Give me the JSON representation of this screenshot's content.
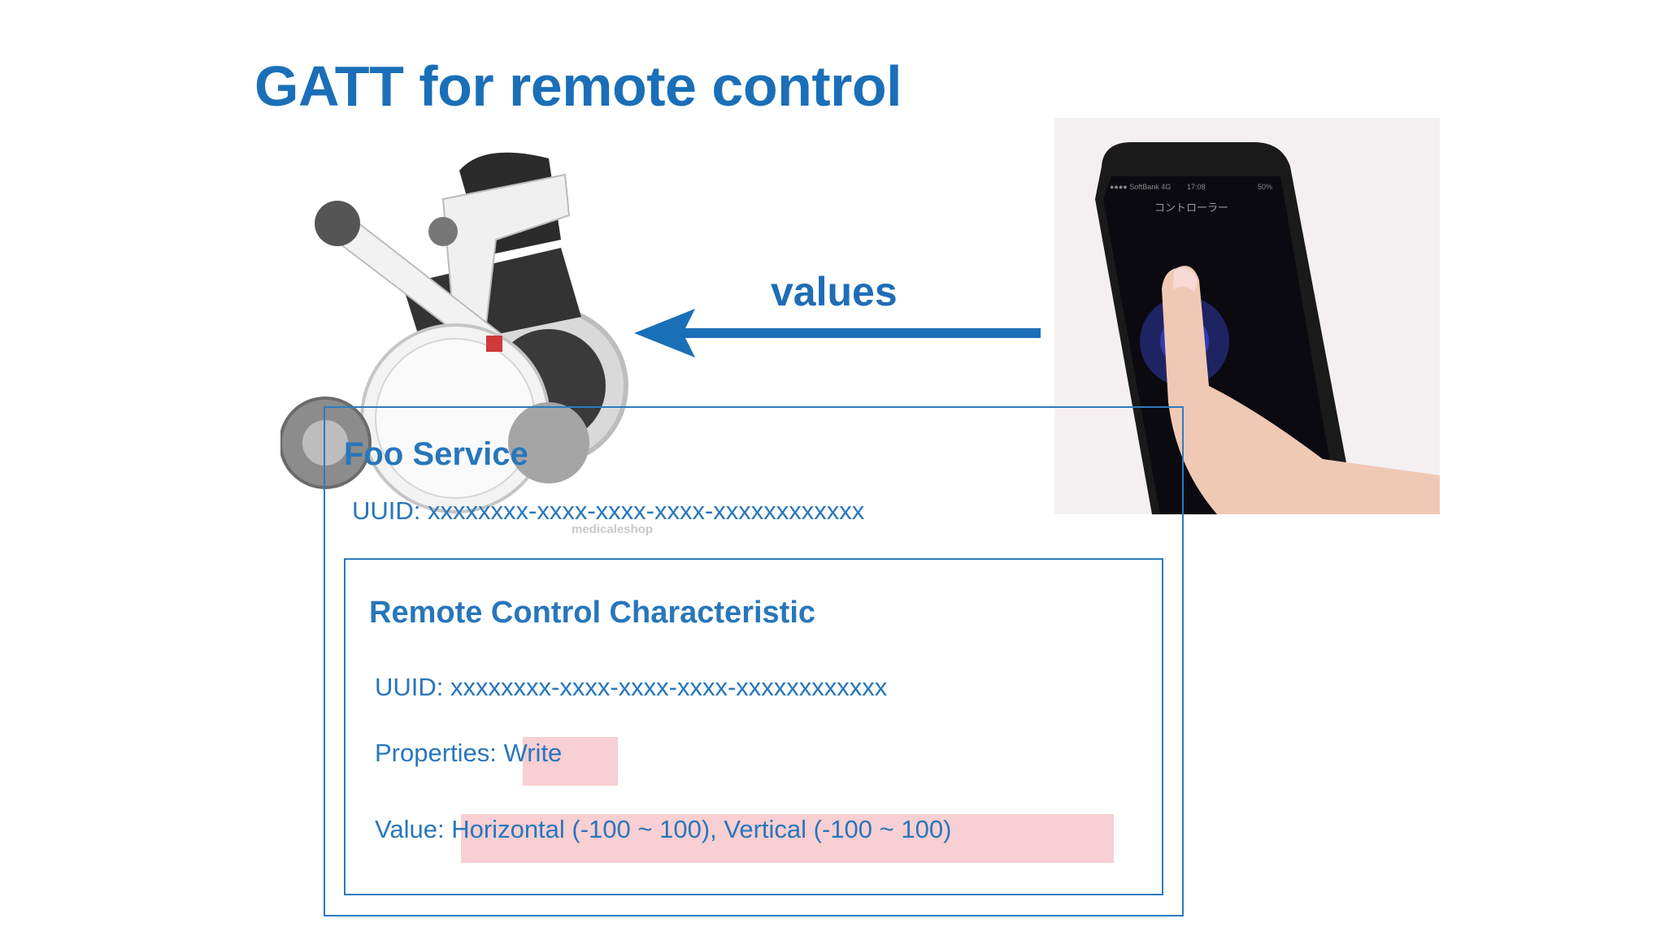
{
  "slide": {
    "title": "GATT for remote control",
    "arrow_label": "values"
  },
  "phone_screen": {
    "status_left": "●●●● SoftBank 4G",
    "status_time": "17:08",
    "status_right": "50%",
    "screen_title": "コントローラー"
  },
  "wheelchair_watermark": "medicaleshop",
  "service": {
    "name": "Foo Service",
    "uuid_label": "UUID:",
    "uuid_value": "xxxxxxxx-xxxx-xxxx-xxxx-xxxxxxxxxxxx",
    "characteristic": {
      "name": "Remote Control Characteristic",
      "uuid_label": "UUID:",
      "uuid_value": "xxxxxxxx-xxxx-xxxx-xxxx-xxxxxxxxxxxx",
      "properties_label": "Properties:",
      "properties_value": "Write",
      "value_label": "Value:",
      "value_value": "Horizontal (-100 ~ 100), Vertical (-100 ~ 100)"
    }
  },
  "colors": {
    "accent": "#1a6fb8",
    "highlight": "#f8cfd2",
    "box_border": "#2c7bc0"
  }
}
